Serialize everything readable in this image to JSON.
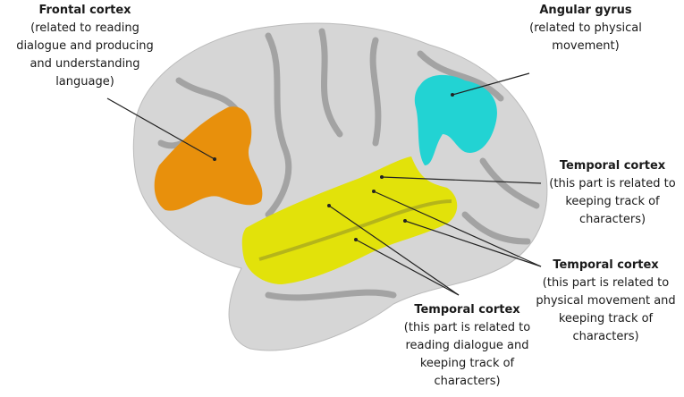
{
  "colors": {
    "brain": "#d4d4d4",
    "sulcus": "#9a9a9a",
    "frontal": "#e8900c",
    "angular": "#22d3d3",
    "temporal": "#e2e20a",
    "line": "#222222"
  },
  "labels": {
    "frontal": {
      "title": "Frontal cortex",
      "desc": "(related to reading dialogue and producing and understanding language)"
    },
    "angular": {
      "title": "Angular gyrus",
      "desc": "(related to physical movement)"
    },
    "temporal_1": {
      "title": "Temporal cortex",
      "desc": "(this part is related to keeping track of characters)"
    },
    "temporal_2": {
      "title": "Temporal cortex",
      "desc": "(this part is related to physical movement and keeping track of characters)"
    },
    "temporal_3": {
      "title": "Temporal cortex",
      "desc": "(this part is related to reading dialogue and keeping track of characters)"
    }
  }
}
